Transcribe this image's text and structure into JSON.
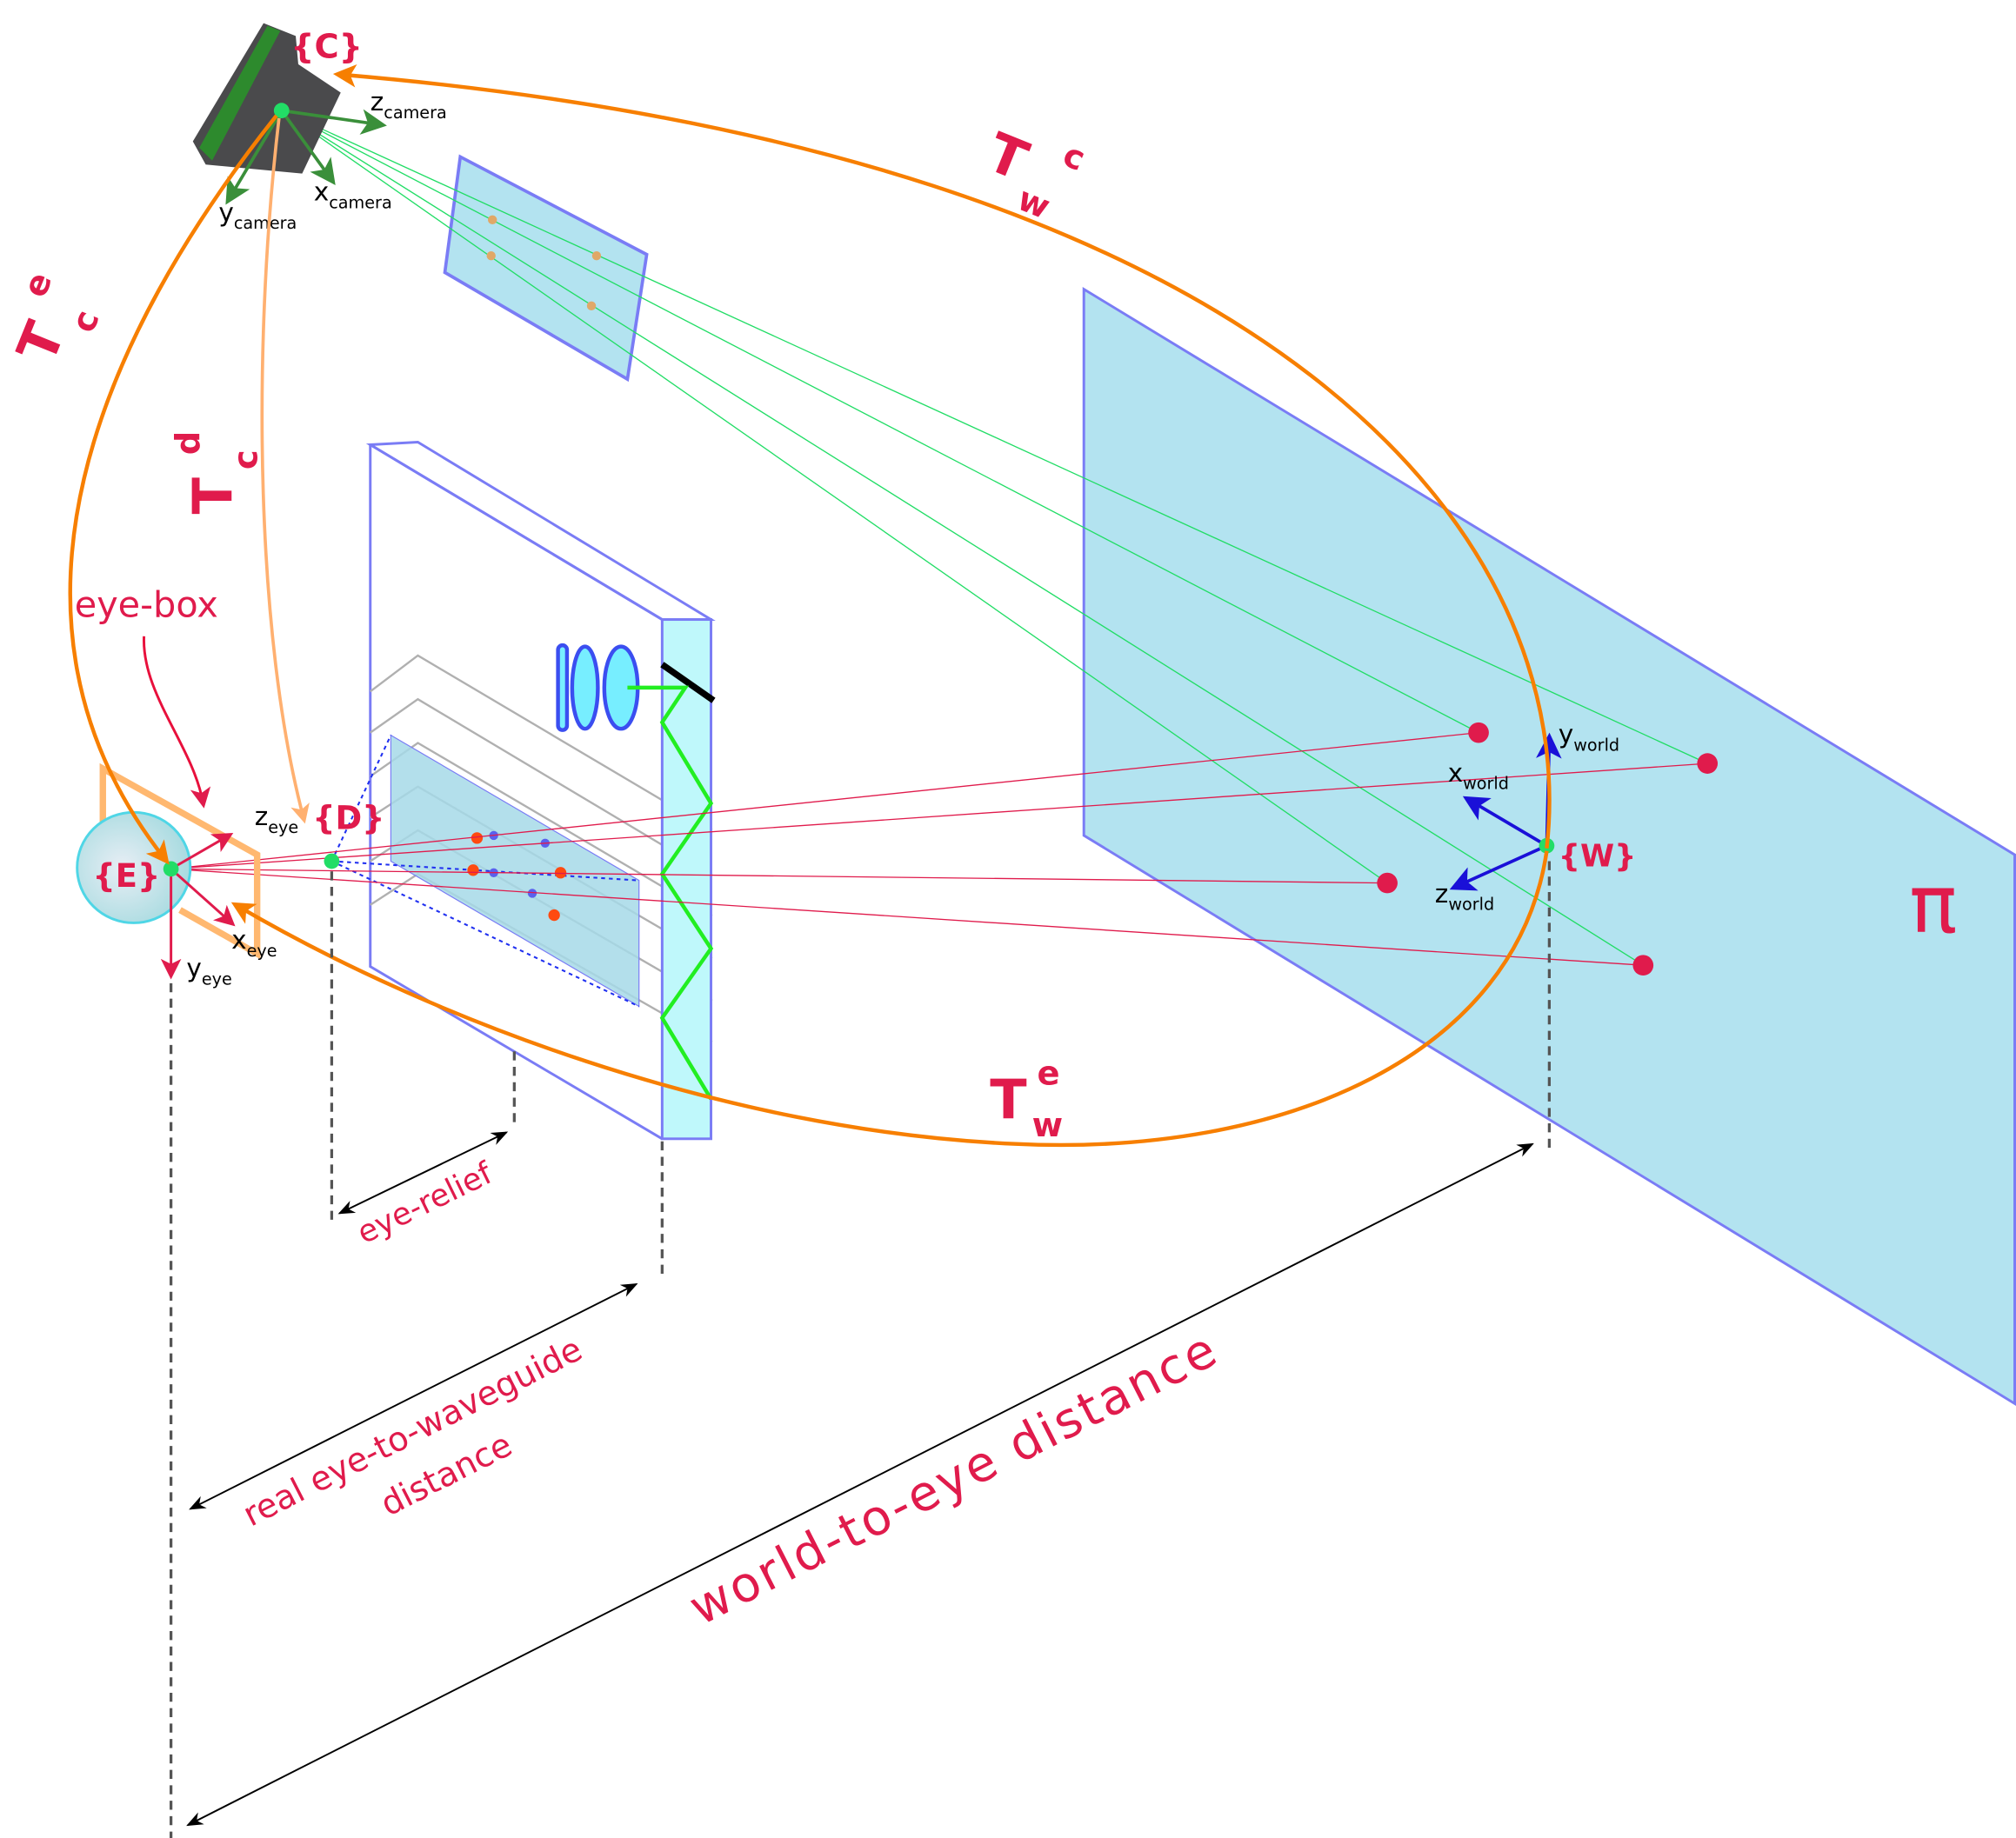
{
  "frames": {
    "camera": "{C}",
    "display": "{D}",
    "eye": "{E}",
    "world": "{W}"
  },
  "axes": {
    "camera": {
      "x": "x",
      "y": "y",
      "z": "z",
      "sub": "camera"
    },
    "eye": {
      "x": "x",
      "y": "y",
      "z": "z",
      "sub": "eye"
    },
    "world": {
      "x": "x",
      "y": "y",
      "z": "z",
      "sub": "world"
    }
  },
  "transforms": {
    "Twc": {
      "base": "T",
      "sub": "w",
      "sup": "c"
    },
    "Tce": {
      "base": "T",
      "sub": "c",
      "sup": "e"
    },
    "Tcd": {
      "base": "T",
      "sub": "c",
      "sup": "d"
    },
    "Twe": {
      "base": "T",
      "sub": "w",
      "sup": "e"
    }
  },
  "labels": {
    "eye_box": "eye-box",
    "eye_relief": "eye-relief",
    "real_dist_line1": "real eye-to-waveguide",
    "real_dist_line2": "distance",
    "world_to_eye": "world-to-eye distance",
    "plane": "π"
  },
  "colors": {
    "accent_red": "#e01b4c",
    "transform_orange": "#f77f00",
    "plane_fill": "#b3e3f0",
    "plane_edge": "#7a7cf5",
    "ray_green": "#22dd66",
    "axis_green": "#3a8f3a",
    "axis_blue": "#1a10d8"
  }
}
